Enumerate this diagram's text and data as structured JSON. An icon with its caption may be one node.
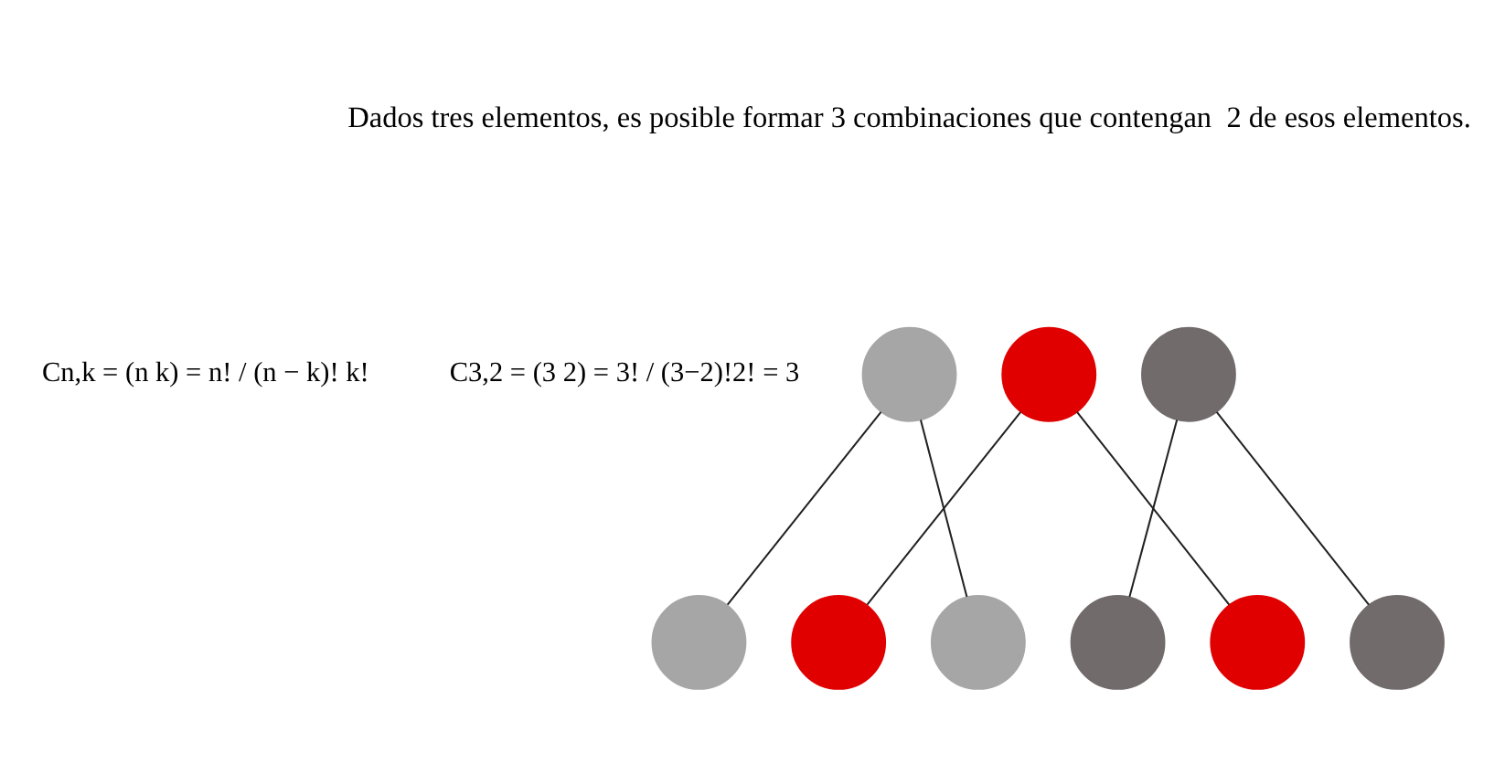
{
  "diagram": {
    "nodes": [
      {
        "text": [],
        "shape": "circle"
      },
      {
        "text": [],
        "shape": "circle"
      },
      {
        "text": [],
        "shape": "circle"
      },
      {
        "text": [],
        "shape": "circle"
      },
      {
        "text": [],
        "shape": "circle"
      },
      {
        "text": [],
        "shape": "circle"
      },
      {
        "text": [],
        "shape": "circle"
      },
      {
        "text": [],
        "shape": "circle"
      },
      {
        "text": [],
        "shape": "circle"
      }
    ],
    "edges": [
      {
        "from": 0,
        "to": 3,
        "arrow": "none"
      },
      {
        "from": 0,
        "to": 5,
        "arrow": "none"
      },
      {
        "from": 1,
        "to": 4,
        "arrow": "none"
      },
      {
        "from": 1,
        "to": 7,
        "arrow": "none"
      },
      {
        "from": 2,
        "to": 6,
        "arrow": "none"
      },
      {
        "from": 2,
        "to": 8,
        "arrow": "none"
      }
    ],
    "labels": [
      "Dados tres elementos, es posible formar 3 combinaciones que contengan  2 de esos elementos.",
      "Cn,k = (n k) = n! / (n − k)! k!",
      "C3,2 = (3 2) = 3! / (3−2)!2! = 3"
    ]
  }
}
